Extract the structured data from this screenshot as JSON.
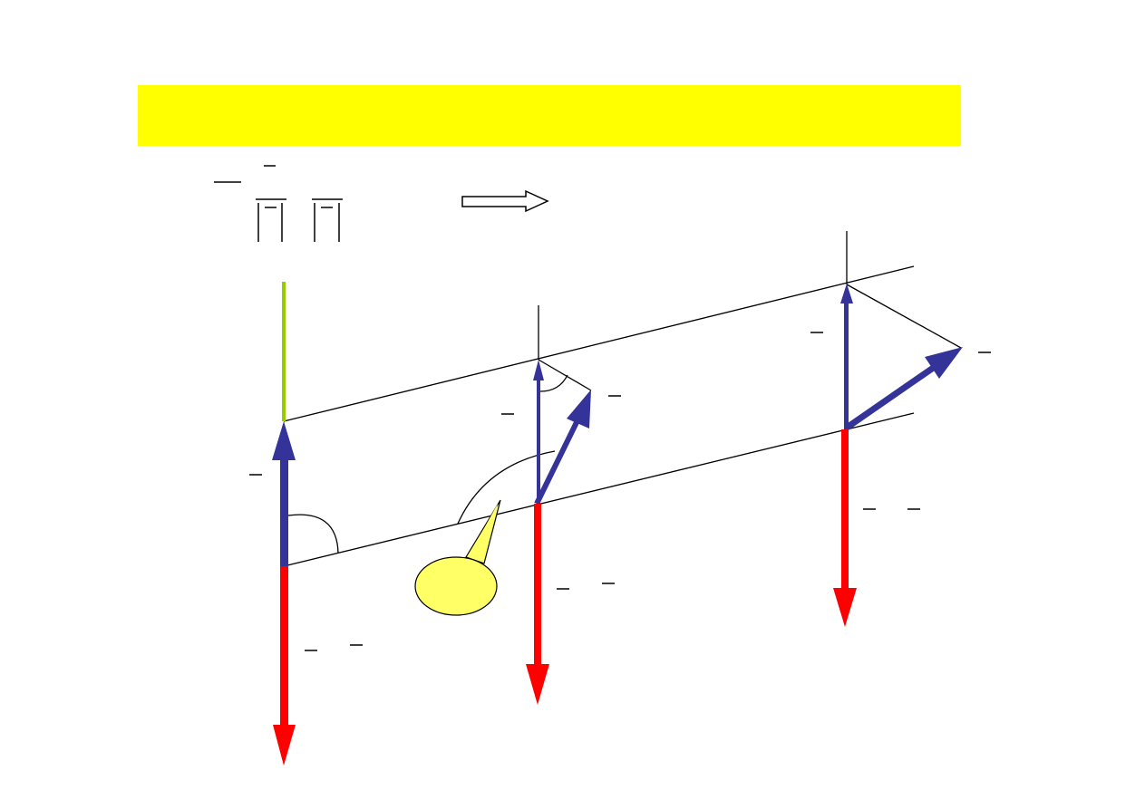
{
  "banner": {
    "title": "",
    "color": "#ffff00"
  },
  "callout": {
    "text": "",
    "fill": "#ffff66"
  },
  "colors": {
    "projection_vector": "#333399",
    "reverse_vector": "#ff0000",
    "normal_segment": "#99cc00",
    "lines": "#000000"
  },
  "diagram": {
    "sections": [
      {
        "name": "left",
        "angle_marker": "quarter-arc"
      },
      {
        "name": "middle",
        "angle_marker": "small-arc"
      },
      {
        "name": "right",
        "angle_marker": "none"
      }
    ],
    "overbars": [
      "formula-top",
      "fraction-bar",
      "abs-left",
      "abs-right",
      "label-left",
      "label-left-bottom-1",
      "label-left-bottom-2",
      "label-mid-left",
      "label-mid-right",
      "label-mid-bottom-1",
      "label-mid-bottom-2",
      "label-right-left",
      "label-right-right",
      "label-right-bottom-1",
      "label-right-bottom-2"
    ]
  }
}
